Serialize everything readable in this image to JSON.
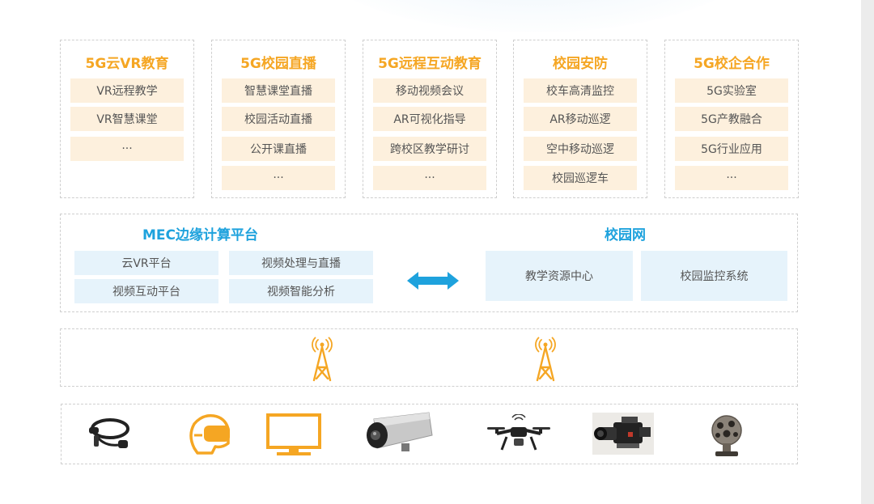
{
  "applications": [
    {
      "title": "5G云VR教育",
      "items": [
        "VR远程教学",
        "VR智慧课堂",
        "···"
      ]
    },
    {
      "title": "5G校园直播",
      "items": [
        "智慧课堂直播",
        "校园活动直播",
        "公开课直播",
        "···"
      ]
    },
    {
      "title": "5G远程互动教育",
      "items": [
        "移动视频会议",
        "AR可视化指导",
        "跨校区教学研讨",
        "···"
      ]
    },
    {
      "title": "校园安防",
      "items": [
        "校车高清监控",
        "AR移动巡逻",
        "空中移动巡逻",
        "校园巡逻车"
      ]
    },
    {
      "title": "5G校企合作",
      "items": [
        "5G实验室",
        "5G产教融合",
        "5G行业应用",
        "···"
      ]
    }
  ],
  "platform": {
    "mec": {
      "title": "MEC边缘计算平台",
      "items": [
        "云VR平台",
        "视频处理与直播",
        "视频互动平台",
        "视频智能分析"
      ]
    },
    "campus": {
      "title": "校园网",
      "items": [
        "教学资源中心",
        "校园监控系统"
      ]
    }
  },
  "network": {
    "towers": [
      "signal-tower-icon",
      "signal-tower-icon"
    ]
  },
  "devices": [
    "vr-headset-band-icon",
    "vr-helmet-icon",
    "monitor-icon",
    "surveillance-camera-icon",
    "drone-icon",
    "video-camera-icon",
    "panoramic-camera-icon"
  ],
  "colors": {
    "orange": "#f5a623",
    "blue": "#1ea2dd",
    "orange_fill": "#fdf0dd",
    "blue_fill": "#e6f3fb"
  }
}
